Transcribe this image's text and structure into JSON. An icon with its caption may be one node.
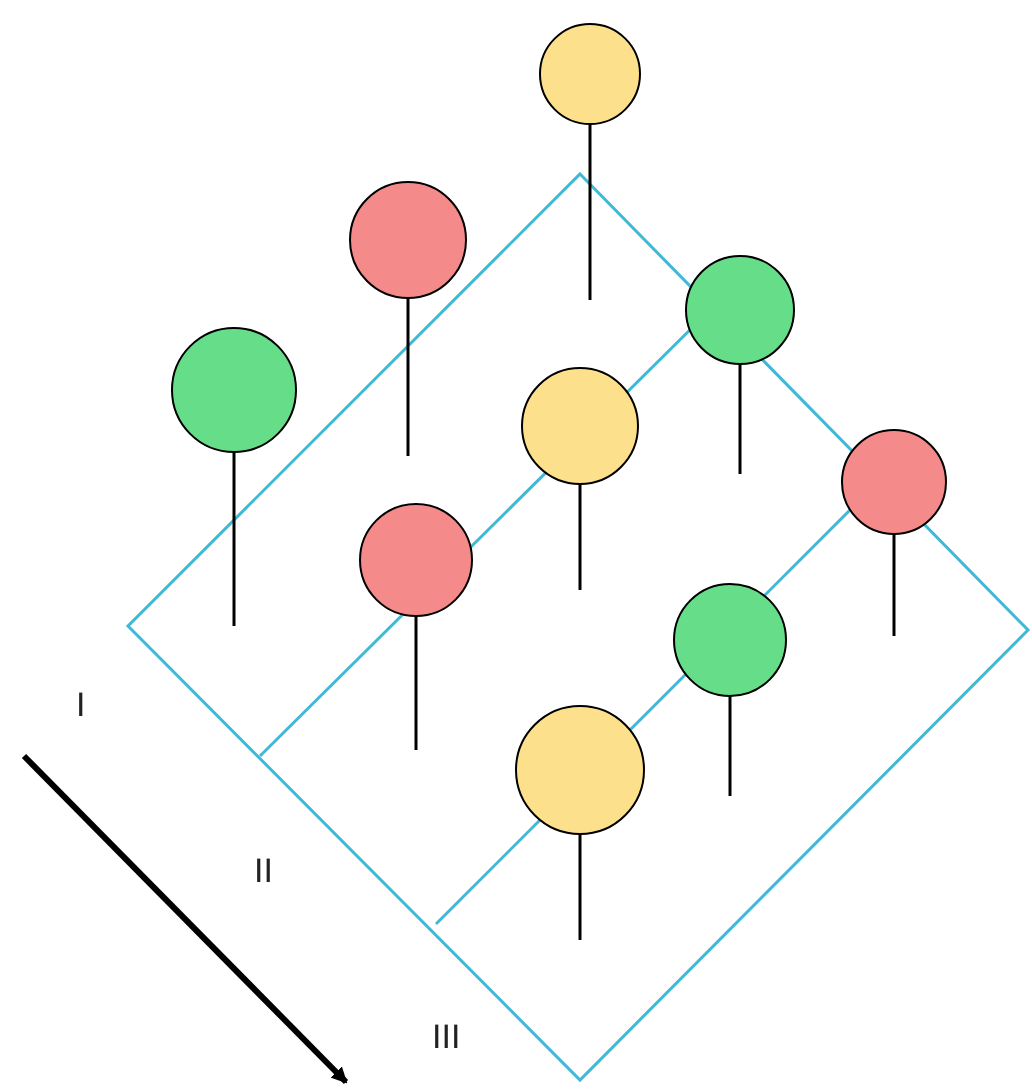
{
  "diagram": {
    "labels": [
      "I",
      "II",
      "III"
    ]
  }
}
